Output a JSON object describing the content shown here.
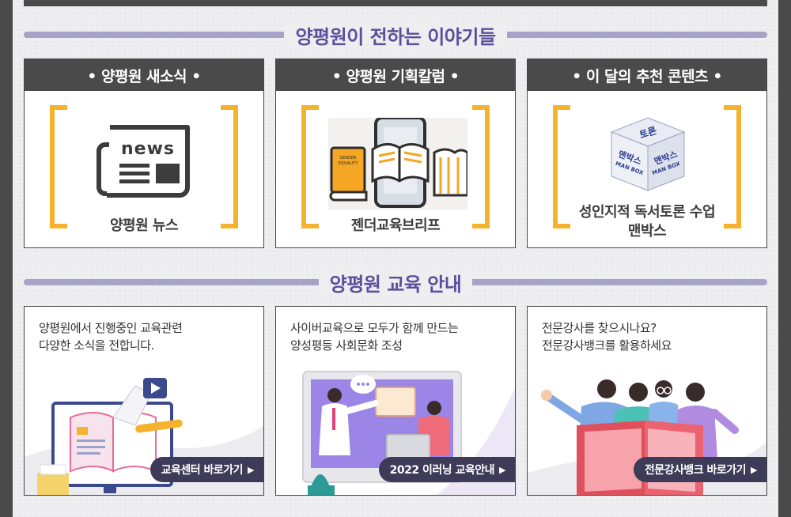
{
  "section1": {
    "title": "양평원이 전하는 이야기들"
  },
  "cards": [
    {
      "header": "• 양평원 새소식 •",
      "caption": "양평원 뉴스",
      "icon": "newspaper-icon",
      "icon_text": "news"
    },
    {
      "header": "• 양평원 기획칼럼 •",
      "caption": "젠더교육브리프",
      "icon": "book-phone-icon",
      "icon_text": "GENDER EQUALITY"
    },
    {
      "header": "• 이 달의 추천 콘텐츠 •",
      "caption_line1": "성인지적 독서토론 수업",
      "caption_line2": "맨박스",
      "icon": "man-box-icon",
      "icon_texts": [
        "맨박스",
        "MAN BOX",
        "토론"
      ]
    }
  ],
  "section2": {
    "title": "양평원 교육 안내"
  },
  "edu": [
    {
      "line1": "양평원에서 진행중인 교육관련",
      "line2": "다양한 소식을 전합니다.",
      "button": "교육센터 바로가기",
      "illustration": "computer-book-illustration"
    },
    {
      "line1": "사이버교육으로 모두가 함께 만드는",
      "line2": "양성평등 사회문화 조성",
      "button": "2022 이러닝 교육안내",
      "illustration": "elearning-illustration"
    },
    {
      "line1": "전문강사를 찾으시나요?",
      "line2": "전문강사뱅크를 활용하세요",
      "button": "전문강사뱅크 바로가기",
      "illustration": "people-reading-illustration"
    }
  ],
  "colors": {
    "accent": "#5b4f9c",
    "rule": "#a7a2c7",
    "bracket": "#f5b22d",
    "header": "#4a4a4a",
    "pill": "#3d3b57"
  }
}
